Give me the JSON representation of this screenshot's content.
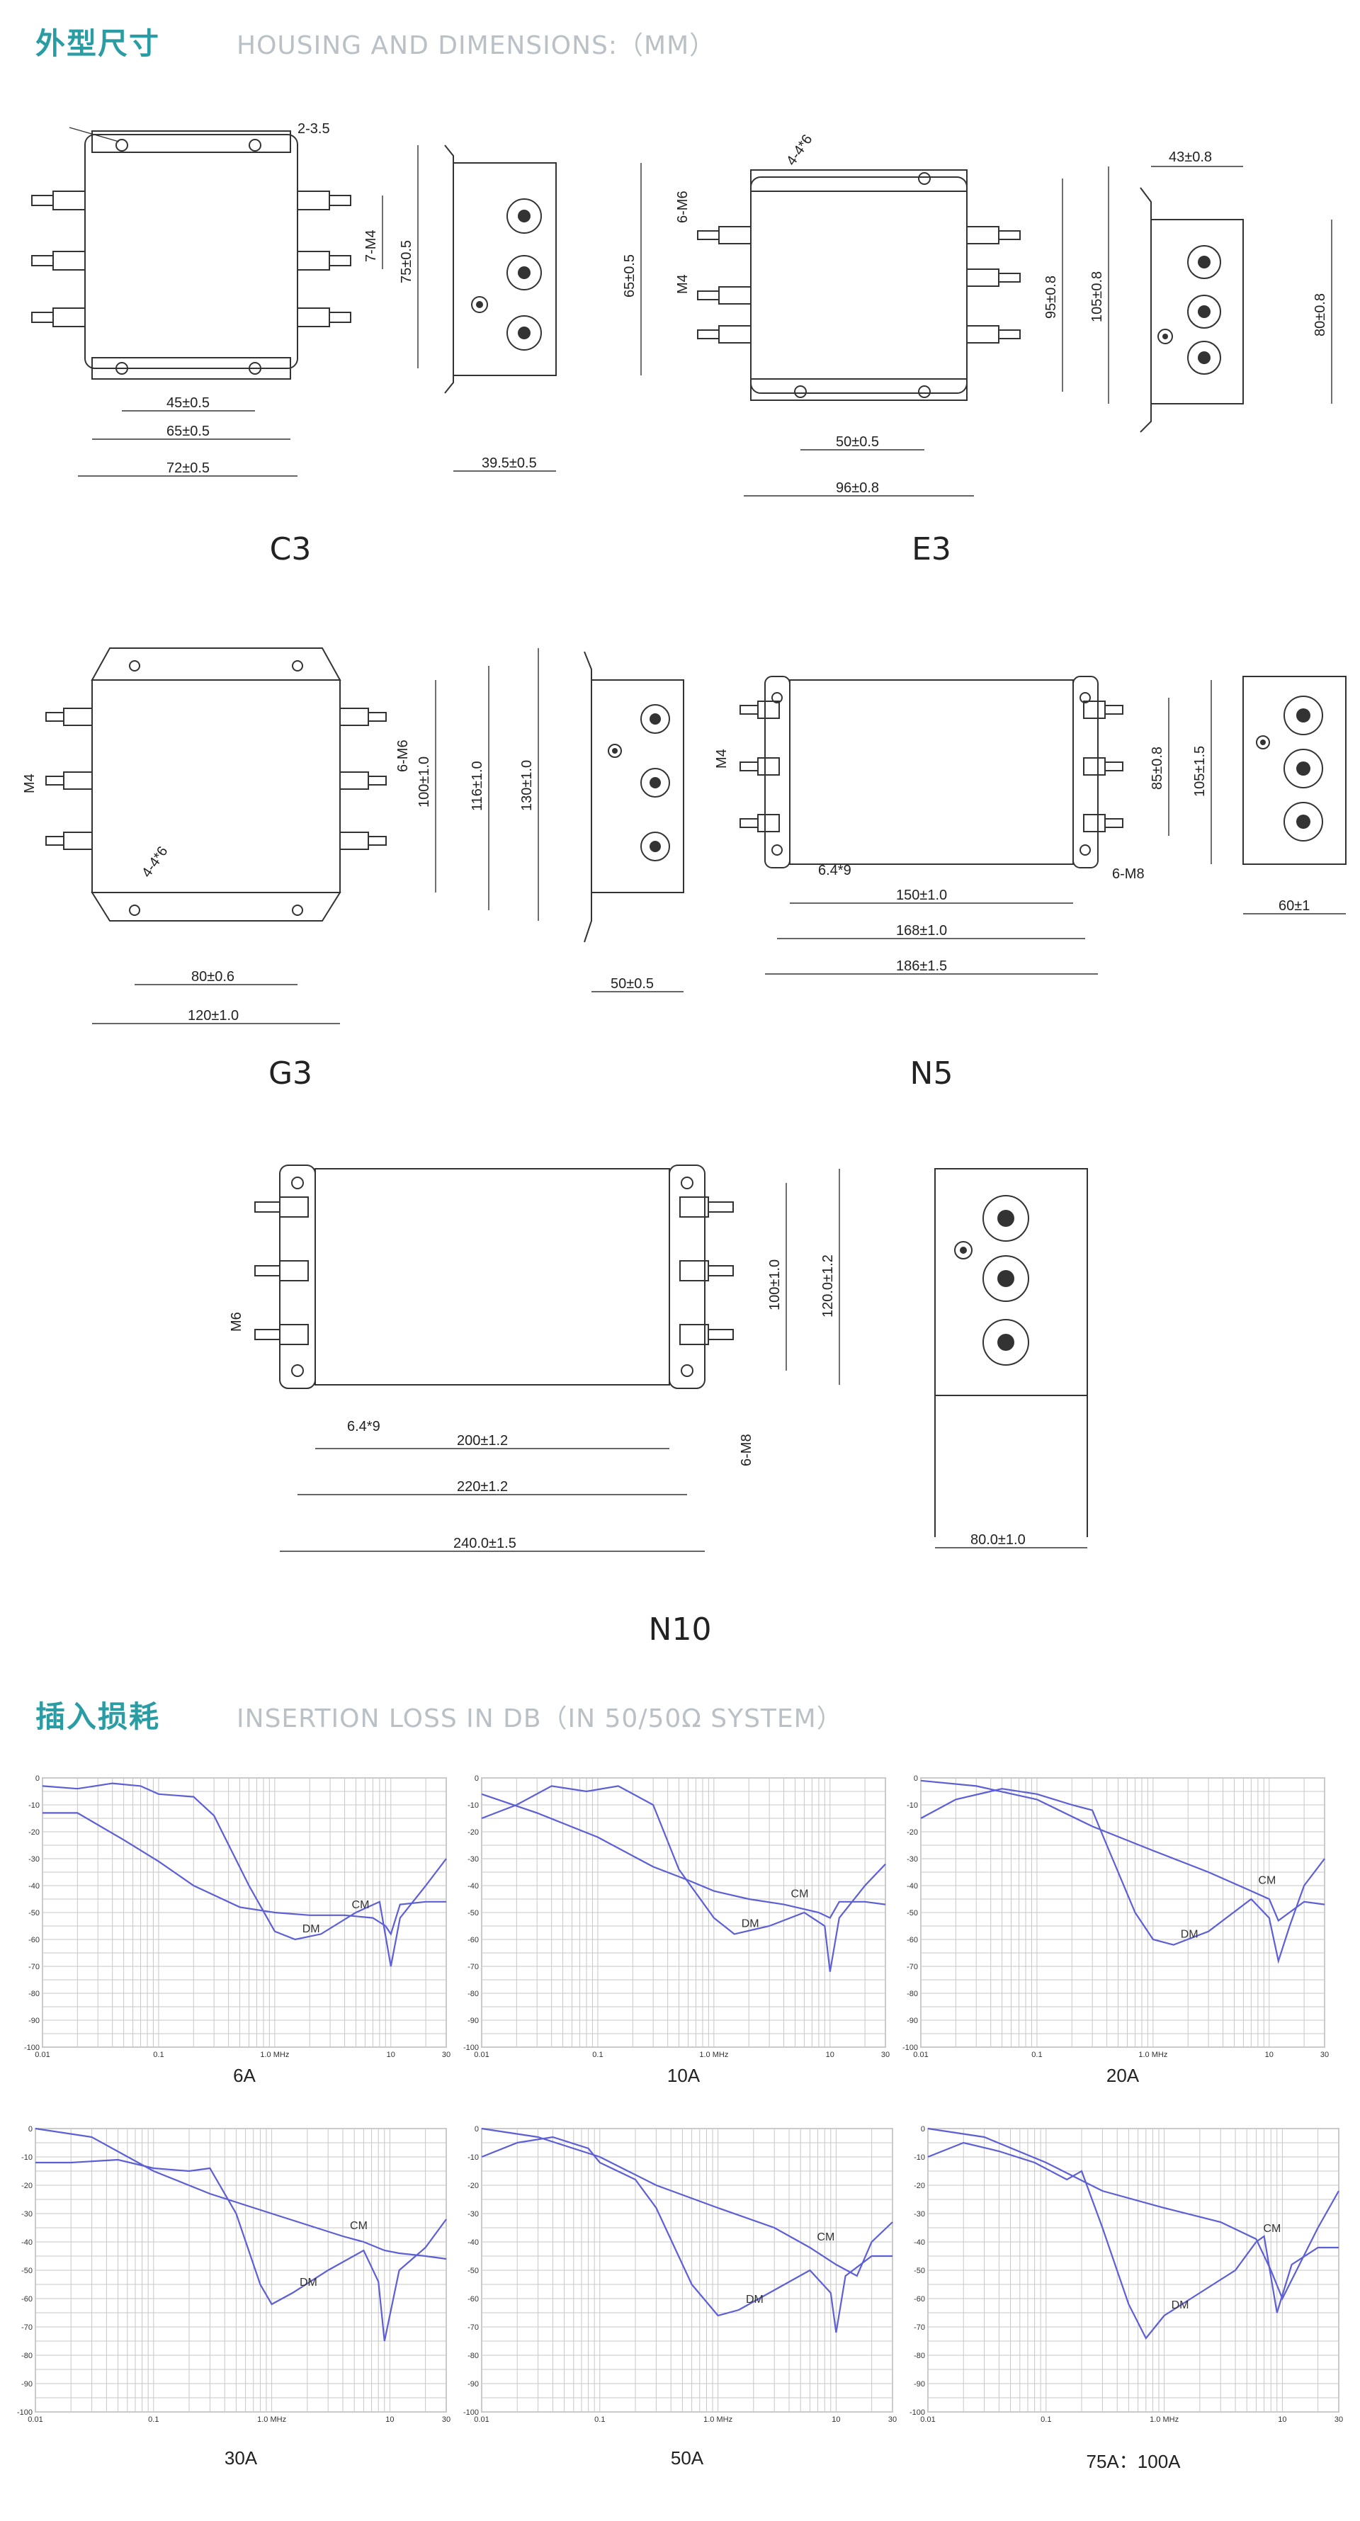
{
  "sections": {
    "dimensions": {
      "title_cn": "外型尺寸",
      "title_en": "HOUSING AND DIMENSIONS:（MM）"
    },
    "insertion": {
      "title_cn": "插入损耗",
      "title_en": "INSERTION LOSS IN DB（IN 50/50Ω SYSTEM）"
    }
  },
  "models": {
    "c3": {
      "label": "C3",
      "dims": {
        "hole": "2-3.5",
        "mount": "7-M4",
        "h1": "75±0.5",
        "h2": "65±0.5",
        "w1": "45±0.5",
        "w2": "65±0.5",
        "w3": "72±0.5",
        "depth": "39.5±0.5"
      }
    },
    "e3": {
      "label": "E3",
      "dims": {
        "hole": "4-4*6",
        "mount": "6-M6",
        "bolt": "M4",
        "h1": "95±0.8",
        "h2": "105±0.8",
        "w1": "50±0.5",
        "w2": "96±0.8",
        "depth": "43±0.8",
        "side_h": "80±0.8"
      }
    },
    "g3": {
      "label": "G3",
      "dims": {
        "hole": "4-4*6",
        "mount": "6-M6",
        "bolt": "M4",
        "h1": "100±1.0",
        "h2": "116±1.0",
        "h3": "130±1.0",
        "w1": "80±0.6",
        "w2": "120±1.0",
        "depth": "50±0.5"
      }
    },
    "n5": {
      "label": "N5",
      "dims": {
        "hole": "6.4*9",
        "mount": "6-M8",
        "bolt": "M4",
        "h1": "85±0.8",
        "h2": "105±1.5",
        "w1": "150±1.0",
        "w2": "168±1.0",
        "w3": "186±1.5",
        "depth": "60±1"
      }
    },
    "n10": {
      "label": "N10",
      "dims": {
        "hole": "6.4*9",
        "mount": "6-M8",
        "bolt": "M6",
        "h1": "100±1.0",
        "h2": "120.0±1.2",
        "w1": "200±1.2",
        "w2": "220±1.2",
        "w3": "240.0±1.5",
        "depth": "80.0±1.0"
      }
    }
  },
  "chart_data": [
    {
      "type": "line",
      "title": "6A",
      "x_ticks": [
        "0.01",
        "0.1",
        "1.0 MHz",
        "10",
        "30"
      ],
      "y_ticks": [
        "0",
        "-10",
        "-20",
        "-30",
        "-40",
        "-50",
        "-60",
        "-70",
        "-80",
        "-90",
        "-100"
      ],
      "xscale": "log",
      "xlim": [
        0.01,
        30
      ],
      "ylim": [
        -100,
        0
      ],
      "series": [
        {
          "name": "DM",
          "x": [
            0.01,
            0.02,
            0.04,
            0.07,
            0.1,
            0.2,
            0.3,
            0.6,
            1.0,
            1.5,
            2.5,
            5,
            8,
            10,
            12,
            20,
            30
          ],
          "y": [
            -3,
            -4,
            -2,
            -3,
            -6,
            -7,
            -14,
            -40,
            -57,
            -60,
            -58,
            -50,
            -46,
            -70,
            -52,
            -40,
            -30
          ]
        },
        {
          "name": "CM",
          "x": [
            0.01,
            0.02,
            0.05,
            0.1,
            0.2,
            0.5,
            1.0,
            2.0,
            4.0,
            7,
            9,
            10,
            12,
            20,
            30
          ],
          "y": [
            -13,
            -13,
            -23,
            -31,
            -40,
            -48,
            -50,
            -51,
            -51,
            -52,
            -55,
            -58,
            -47,
            -46,
            -46
          ]
        }
      ]
    },
    {
      "type": "line",
      "title": "10A",
      "x_ticks": [
        "0.01",
        "0.1",
        "1.0 MHz",
        "10",
        "30"
      ],
      "y_ticks": [
        "0",
        "-10",
        "-20",
        "-30",
        "-40",
        "-50",
        "-60",
        "-70",
        "-80",
        "-90",
        "-100"
      ],
      "xscale": "log",
      "xlim": [
        0.01,
        30
      ],
      "ylim": [
        -100,
        0
      ],
      "series": [
        {
          "name": "DM",
          "x": [
            0.01,
            0.02,
            0.04,
            0.08,
            0.15,
            0.3,
            0.5,
            1.0,
            1.5,
            3,
            6,
            9,
            10,
            12,
            20,
            30
          ],
          "y": [
            -15,
            -10,
            -3,
            -5,
            -3,
            -10,
            -34,
            -52,
            -58,
            -55,
            -50,
            -55,
            -72,
            -52,
            -40,
            -32
          ]
        },
        {
          "name": "CM",
          "x": [
            0.01,
            0.03,
            0.1,
            0.3,
            0.6,
            1.0,
            2.0,
            4.0,
            8,
            10,
            12,
            20,
            30
          ],
          "y": [
            -6,
            -13,
            -22,
            -33,
            -38,
            -42,
            -45,
            -47,
            -50,
            -52,
            -46,
            -46,
            -47
          ]
        }
      ]
    },
    {
      "type": "line",
      "title": "20A",
      "x_ticks": [
        "0.01",
        "0.1",
        "1.0 MHz",
        "10",
        "30"
      ],
      "y_ticks": [
        "0",
        "-10",
        "-20",
        "-30",
        "-40",
        "-50",
        "-60",
        "-70",
        "-80",
        "-90",
        "-100"
      ],
      "xscale": "log",
      "xlim": [
        0.01,
        30
      ],
      "ylim": [
        -100,
        0
      ],
      "series": [
        {
          "name": "DM",
          "x": [
            0.01,
            0.02,
            0.05,
            0.1,
            0.2,
            0.3,
            0.4,
            0.7,
            1.0,
            1.5,
            3,
            7,
            10,
            12,
            15,
            20,
            30
          ],
          "y": [
            -15,
            -8,
            -4,
            -6,
            -10,
            -12,
            -25,
            -50,
            -60,
            -62,
            -57,
            -45,
            -52,
            -68,
            -55,
            -40,
            -30
          ]
        },
        {
          "name": "CM",
          "x": [
            0.01,
            0.03,
            0.1,
            0.3,
            1.0,
            3.0,
            7,
            10,
            12,
            20,
            30
          ],
          "y": [
            -1,
            -3,
            -8,
            -18,
            -27,
            -35,
            -42,
            -45,
            -53,
            -46,
            -47
          ]
        }
      ]
    },
    {
      "type": "line",
      "title": "30A",
      "x_ticks": [
        "0.01",
        "0.1",
        "1.0 MHz",
        "10",
        "30"
      ],
      "y_ticks": [
        "0",
        "-10",
        "-20",
        "-30",
        "-40",
        "-50",
        "-60",
        "-70",
        "-80",
        "-90",
        "-100"
      ],
      "xscale": "log",
      "xlim": [
        0.01,
        30
      ],
      "ylim": [
        -100,
        0
      ],
      "series": [
        {
          "name": "DM",
          "x": [
            0.01,
            0.02,
            0.05,
            0.1,
            0.2,
            0.3,
            0.5,
            0.8,
            1.0,
            1.5,
            3,
            6,
            8,
            9,
            12,
            20,
            30
          ],
          "y": [
            -12,
            -12,
            -11,
            -14,
            -15,
            -14,
            -30,
            -55,
            -62,
            -58,
            -50,
            -43,
            -54,
            -75,
            -50,
            -42,
            -32
          ]
        },
        {
          "name": "CM",
          "x": [
            0.01,
            0.03,
            0.1,
            0.3,
            1.0,
            2.0,
            4.0,
            6,
            9,
            12,
            20,
            30
          ],
          "y": [
            0,
            -3,
            -15,
            -23,
            -30,
            -34,
            -38,
            -40,
            -43,
            -44,
            -45,
            -46
          ]
        }
      ]
    },
    {
      "type": "line",
      "title": "50A",
      "x_ticks": [
        "0.01",
        "0.1",
        "1.0 MHz",
        "10",
        "30"
      ],
      "y_ticks": [
        "0",
        "-10",
        "-20",
        "-30",
        "-40",
        "-50",
        "-60",
        "-70",
        "-80",
        "-90",
        "-100"
      ],
      "xscale": "log",
      "xlim": [
        0.01,
        30
      ],
      "ylim": [
        -100,
        0
      ],
      "series": [
        {
          "name": "DM",
          "x": [
            0.01,
            0.02,
            0.04,
            0.08,
            0.1,
            0.2,
            0.3,
            0.6,
            1.0,
            1.5,
            3,
            6,
            9,
            10,
            12,
            20,
            30
          ],
          "y": [
            -10,
            -5,
            -3,
            -7,
            -12,
            -18,
            -28,
            -55,
            -66,
            -64,
            -57,
            -50,
            -58,
            -72,
            -52,
            -45,
            -45
          ]
        },
        {
          "name": "CM",
          "x": [
            0.01,
            0.03,
            0.1,
            0.3,
            1.0,
            3.0,
            6,
            10,
            15,
            20,
            30
          ],
          "y": [
            0,
            -3,
            -10,
            -20,
            -28,
            -35,
            -42,
            -48,
            -52,
            -40,
            -33
          ]
        }
      ]
    },
    {
      "type": "line",
      "title": "75A：100A",
      "x_ticks": [
        "0.01",
        "0.1",
        "1.0 MHz",
        "10",
        "30"
      ],
      "y_ticks": [
        "0",
        "-10",
        "-20",
        "-30",
        "-40",
        "-50",
        "-60",
        "-70",
        "-80",
        "-90",
        "-100"
      ],
      "xscale": "log",
      "xlim": [
        0.01,
        30
      ],
      "ylim": [
        -100,
        0
      ],
      "series": [
        {
          "name": "DM",
          "x": [
            0.01,
            0.02,
            0.04,
            0.08,
            0.15,
            0.2,
            0.3,
            0.5,
            0.7,
            1.0,
            2.0,
            4.0,
            6,
            7,
            9,
            12,
            20,
            30
          ],
          "y": [
            -10,
            -5,
            -8,
            -12,
            -18,
            -15,
            -35,
            -62,
            -74,
            -66,
            -58,
            -50,
            -40,
            -38,
            -65,
            -48,
            -42,
            -42
          ]
        },
        {
          "name": "CM",
          "x": [
            0.01,
            0.03,
            0.1,
            0.3,
            1.0,
            3.0,
            6,
            8,
            10,
            20,
            30
          ],
          "y": [
            0,
            -3,
            -12,
            -22,
            -28,
            -33,
            -39,
            -50,
            -60,
            -35,
            -22
          ]
        }
      ]
    }
  ]
}
